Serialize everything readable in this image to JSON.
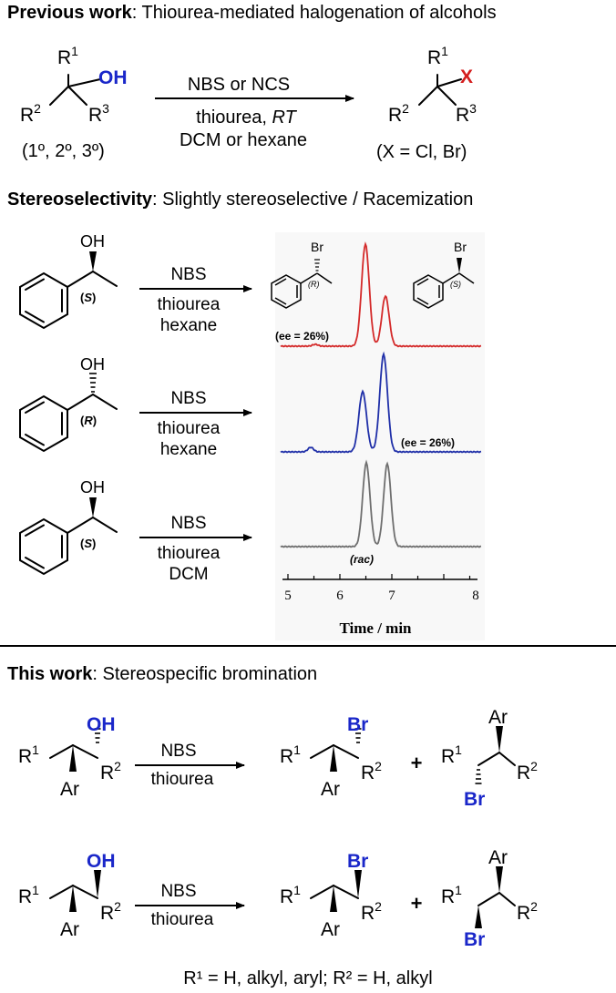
{
  "section1": {
    "heading_bold": "Previous work",
    "heading_rest": ": Thiourea-mediated halogenation of alcohols",
    "reactant": {
      "r1": "R",
      "r2": "R",
      "r3": "R",
      "oh": "OH",
      "sup1": "1",
      "sup2": "2",
      "sup3": "3"
    },
    "reactant_note": "(1º, 2º, 3º)",
    "cond_top": "NBS or NCS",
    "cond_mid_a": "thiourea, ",
    "cond_mid_b": "RT",
    "cond_bot": "DCM or hexane",
    "product": {
      "r1": "R",
      "r2": "R",
      "r3": "R",
      "x": "X",
      "sup1": "1",
      "sup2": "2",
      "sup3": "3"
    },
    "product_note": "(X = Cl, Br)"
  },
  "section2": {
    "heading_bold": "Stereoselectivity",
    "heading_rest": ": Slightly stereoselective / Racemization",
    "rows": [
      {
        "oh": "OH",
        "config": "S",
        "cond_top": "NBS",
        "cond_mid": "thiourea",
        "cond_bot": "hexane"
      },
      {
        "oh": "OH",
        "config": "R",
        "cond_top": "NBS",
        "cond_mid": "thiourea",
        "cond_bot": "hexane"
      },
      {
        "oh": "OH",
        "config": "S",
        "cond_top": "NBS",
        "cond_mid": "thiourea",
        "cond_bot": "DCM"
      }
    ],
    "enantiomers": [
      {
        "label": "Br",
        "config": "R"
      },
      {
        "label": "Br",
        "config": "S"
      }
    ],
    "chromatogram": {
      "traces": [
        {
          "color": "#d42a2a",
          "annotation": "(ee = 26%)"
        },
        {
          "color": "#1f2fa8",
          "annotation": "(ee = 26%)"
        },
        {
          "color": "#6f6f6f",
          "annotation": "(rac)"
        }
      ],
      "x_ticks": [
        "5",
        "6",
        "7",
        "8"
      ],
      "xlabel": "Time / min"
    }
  },
  "section3": {
    "heading_bold": "This work",
    "heading_rest": ": Stereospecific bromination",
    "rows": [
      {
        "oh": "OH",
        "cond_top": "NBS",
        "cond_bot": "thiourea",
        "plus": "+"
      },
      {
        "oh": "OH",
        "cond_top": "NBS",
        "cond_bot": "thiourea",
        "plus": "+"
      }
    ],
    "labels": {
      "r": "R",
      "ar": "Ar",
      "br": "Br",
      "sup1": "1",
      "sup2": "2"
    },
    "footnote": "R¹ = H, alkyl, aryl;  R² = H, alkyl"
  }
}
